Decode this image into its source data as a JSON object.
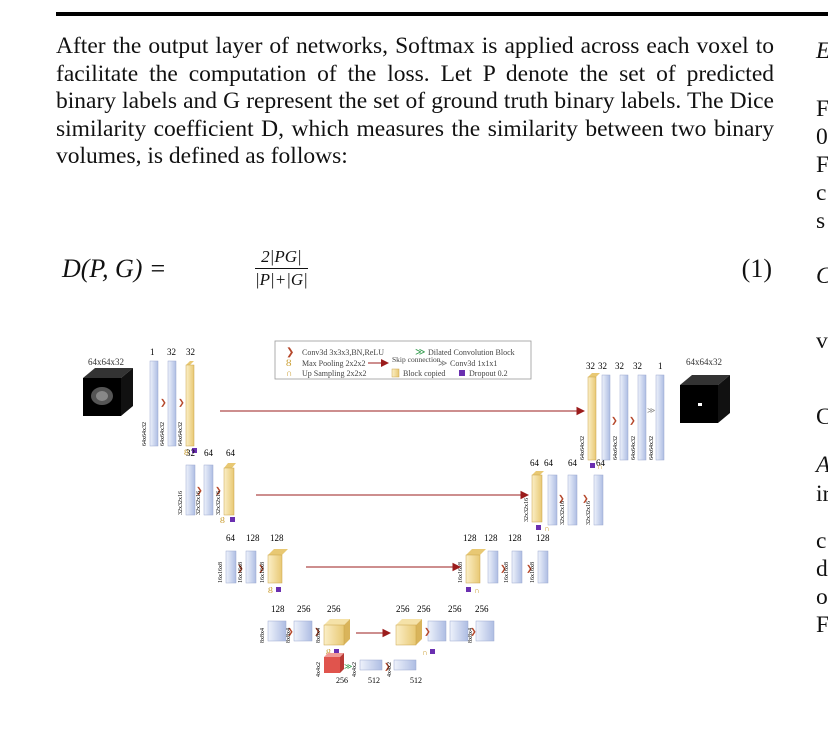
{
  "paragraph": "After the output layer of networks, Softmax is applied across each voxel to facilitate the computation of the loss. Let P denote the set of predicted binary labels and G represent the set of ground truth binary labels. The Dice similarity coefficient D, which measures the similarity between two binary volumes, is defined as follows:",
  "equation": {
    "lhs": "D(P, G) =",
    "numerator": "2|PG|",
    "denominator": "|P|+|G|",
    "number": "(1)"
  },
  "right_column_fragments": [
    "E",
    "F",
    "0",
    "F",
    "c",
    "s",
    "C",
    "v",
    "C",
    "A",
    "ir",
    "c",
    "d",
    "o",
    "F"
  ],
  "figure": {
    "legend": {
      "conv": "Conv3d 3x3x3,BN,ReLU",
      "dilated": "Dilated Convolution Block",
      "maxpool": "Max Pooling 2x2x2",
      "skip": "Skip connection",
      "conv1": "Conv3d 1x1x1",
      "upsample": "Up Sampling 2x2x2",
      "copied": "Block copied",
      "dropout": "Dropout 0.2"
    },
    "input_size": "64x64x32",
    "output_size": "64x64x32",
    "channel_labels": {
      "enc1": [
        "1",
        "32",
        "32"
      ],
      "enc2": [
        "32",
        "64",
        "64"
      ],
      "enc3": [
        "64",
        "128",
        "128"
      ],
      "enc4": [
        "128",
        "256",
        "256"
      ],
      "bottom": [
        "256",
        "512",
        "512"
      ],
      "dec4": [
        "256",
        "256",
        "256",
        "256"
      ],
      "dec3": [
        "128",
        "128",
        "128",
        "128"
      ],
      "dec2": [
        "64",
        "64",
        "64",
        "64"
      ],
      "dec1": [
        "32",
        "32",
        "32",
        "32",
        "1"
      ]
    },
    "dim_labels": {
      "l1": "64x64x32",
      "l2": "32x32x16",
      "l3": "16x16x8",
      "l4": "8x8x4",
      "l5": "4x4x2"
    },
    "colors": {
      "block_blue": "#c9d3ec",
      "block_copied": "#f3dc9a",
      "skip_arrow": "#9b1c1c",
      "conv_arrow": "#b5472a",
      "dropout": "#6a2fb0",
      "dilated": "#e0544d",
      "green_arrow": "#2f9a4a"
    }
  }
}
